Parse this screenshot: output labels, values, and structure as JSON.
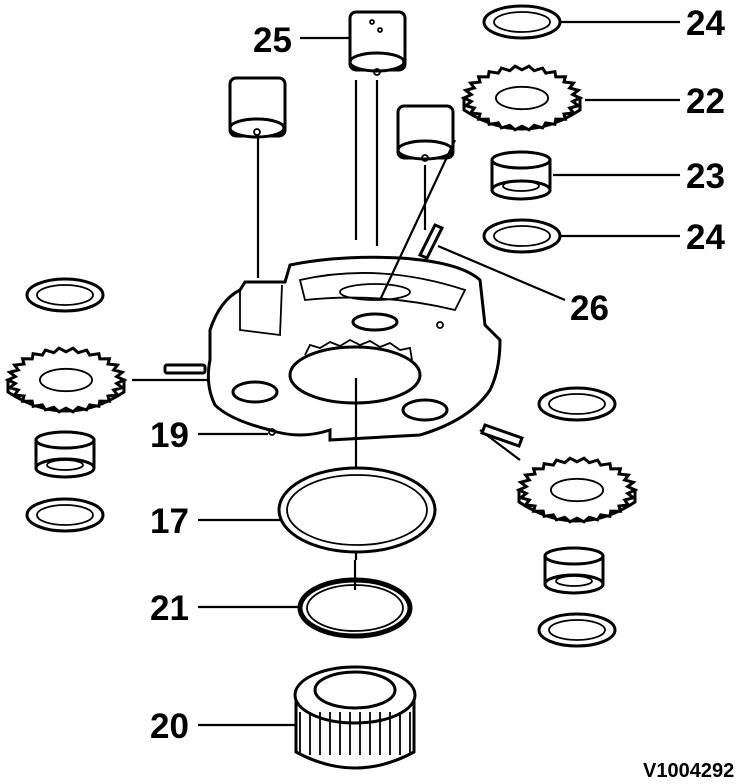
{
  "diagram": {
    "reference_code": "V1004292",
    "callouts": [
      {
        "id": "c25a",
        "label": "25"
      },
      {
        "id": "c24a",
        "label": "24"
      },
      {
        "id": "c22",
        "label": "22"
      },
      {
        "id": "c23",
        "label": "23"
      },
      {
        "id": "c24b",
        "label": "24"
      },
      {
        "id": "c26",
        "label": "26"
      },
      {
        "id": "c19",
        "label": "19"
      },
      {
        "id": "c17",
        "label": "17"
      },
      {
        "id": "c21",
        "label": "21"
      },
      {
        "id": "c20",
        "label": "20"
      }
    ]
  }
}
